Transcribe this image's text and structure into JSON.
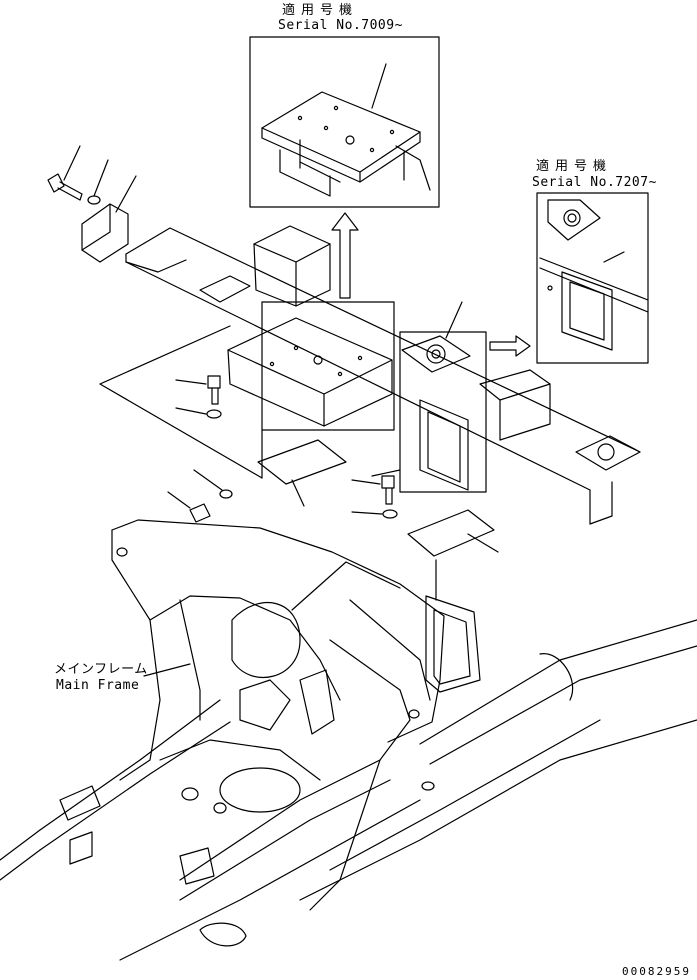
{
  "insets": {
    "top": {
      "applicable_label": "適用号機",
      "serial_label": "Serial No.7009~"
    },
    "right": {
      "applicable_label": "適用号機",
      "serial_label": "Serial No.7207~"
    }
  },
  "callouts": {
    "main_frame_jp": "メインフレーム",
    "main_frame_en": "Main Frame"
  },
  "document_number": "00082959"
}
